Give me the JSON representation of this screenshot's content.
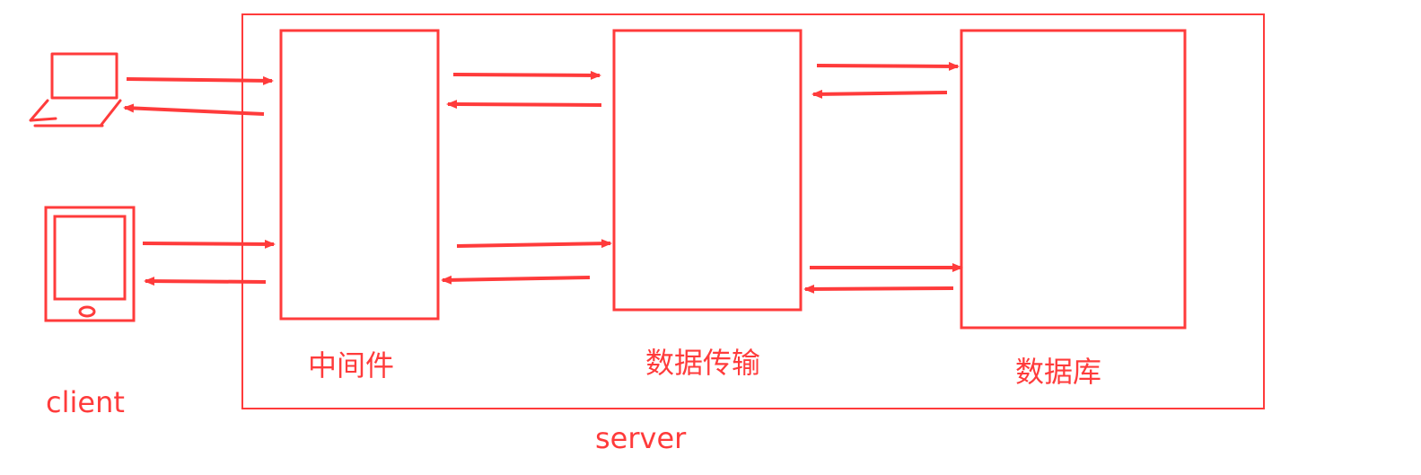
{
  "diagram": {
    "labels": {
      "server": "server",
      "client": "client",
      "middleware": "中间件",
      "data_transfer": "数据传输",
      "database": "数据库"
    },
    "colors": {
      "stroke": "#ff3b3b",
      "background": "#ffffff"
    },
    "icons": {
      "laptop": "laptop-icon",
      "tablet": "tablet-icon"
    }
  }
}
